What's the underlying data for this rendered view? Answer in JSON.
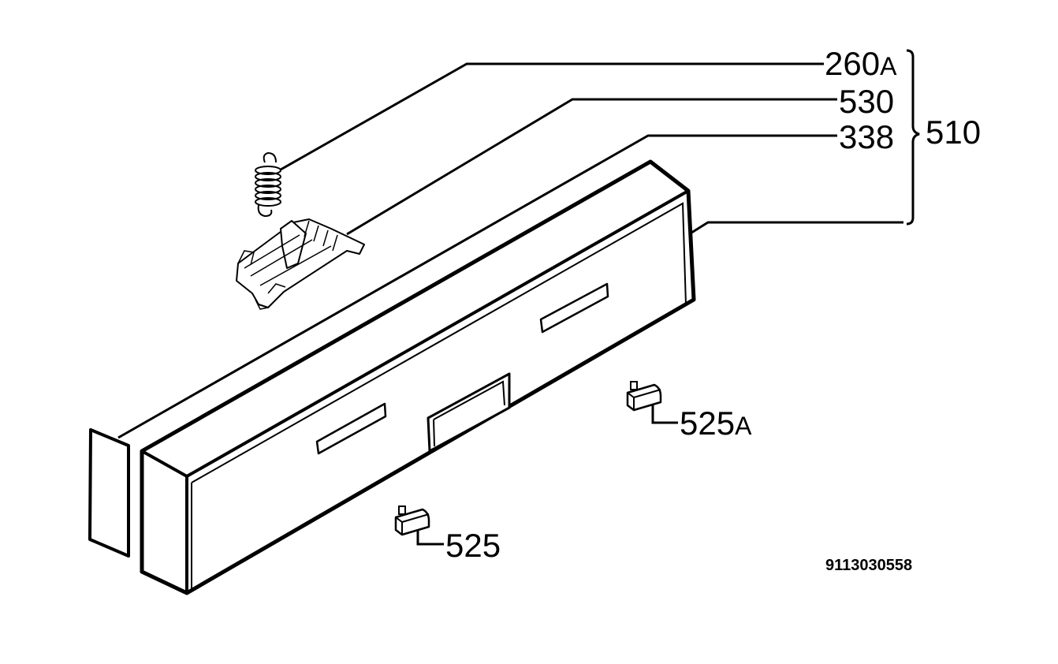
{
  "callouts": {
    "spring": {
      "number": "260",
      "suffix": "A"
    },
    "latch": {
      "number": "530"
    },
    "panel_top": {
      "number": "338"
    },
    "assembly": {
      "number": "510"
    },
    "knob_right": {
      "number": "525",
      "suffix": "A"
    },
    "knob_left": {
      "number": "525"
    }
  },
  "document_number": "9113030558",
  "colors": {
    "line": "#000000",
    "background": "#ffffff"
  }
}
